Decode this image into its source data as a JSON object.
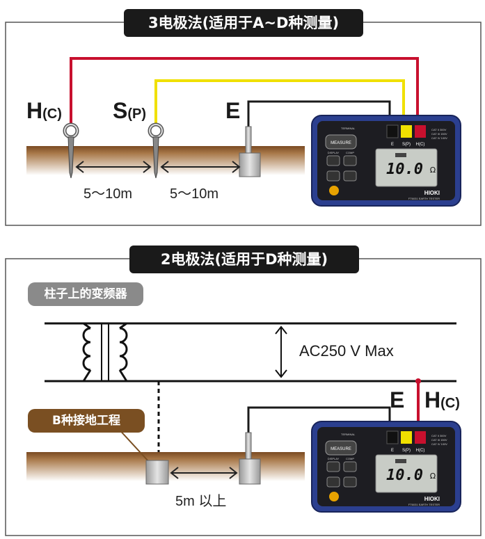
{
  "panel1": {
    "title": "3电极法(适用于A~D种测量)",
    "label_h": "H",
    "label_h_sub": "(C)",
    "label_s": "S",
    "label_s_sub": "(P)",
    "label_e": "E",
    "distance_1": "5～10m",
    "distance_2": "5～10m"
  },
  "panel2": {
    "title": "2电极法(适用于D种测量)",
    "transformer_tag": "柱子上的变频器",
    "voltage_label": "AC250 V Max",
    "grounding_tag": "B种接地工程",
    "label_e": "E",
    "label_h": "H",
    "label_h_sub": "(C)",
    "distance": "5m 以上"
  },
  "device": {
    "measure_label": "MEASURE",
    "display_label": "DISPLAY",
    "comp_label": "COMP",
    "brand": "HIOKI",
    "model": "FT6031 EARTH TESTER",
    "reading": "10.0",
    "unit": "Ω",
    "terminal_e": "E",
    "terminal_s": "S(P)",
    "terminal_h": "H(C)"
  },
  "colors": {
    "red_lead": "#c8102e",
    "yellow_lead": "#f0e000",
    "black_lead": "#1a1a1a",
    "ground": "#8a5a2b",
    "device_blue": "#2b3f8f",
    "tag_gray": "#8a8a8a",
    "tag_brown": "#7a4f22"
  }
}
